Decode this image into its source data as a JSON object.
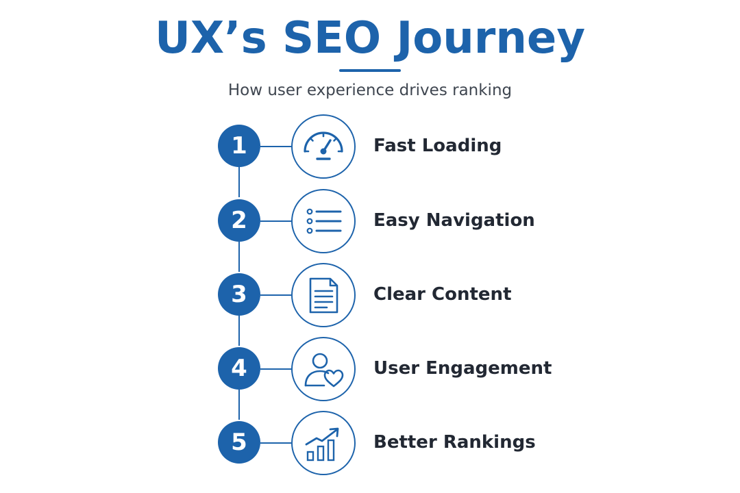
{
  "title": "UX’s SEO Journey",
  "subtitle": "How user experience drives ranking",
  "accent_color": "#1d63ab",
  "steps": [
    {
      "number": "1",
      "label": "Fast Loading",
      "icon": "speedometer-icon"
    },
    {
      "number": "2",
      "label": "Easy Navigation",
      "icon": "list-icon"
    },
    {
      "number": "3",
      "label": "Clear Content",
      "icon": "document-icon"
    },
    {
      "number": "4",
      "label": "User Engagement",
      "icon": "user-heart-icon"
    },
    {
      "number": "5",
      "label": "Better Rankings",
      "icon": "growth-chart-icon"
    }
  ]
}
